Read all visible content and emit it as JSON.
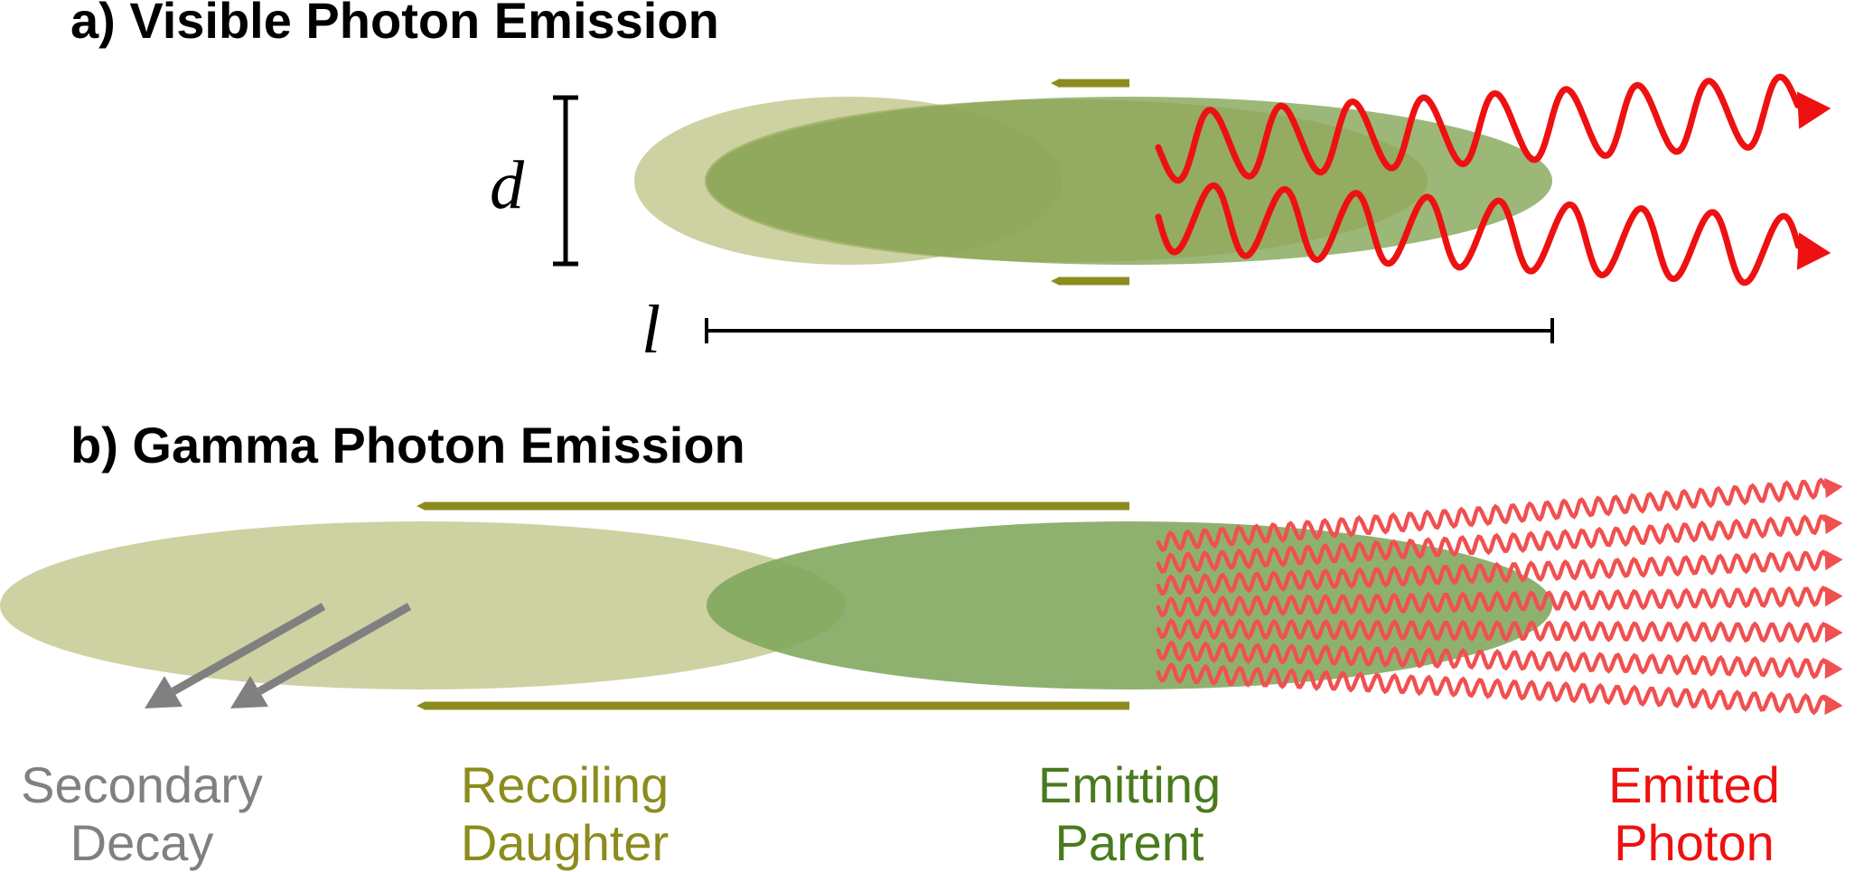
{
  "panel_a": {
    "title": "a) Visible Photon Emission",
    "dimension_d": "d",
    "dimension_l": "l"
  },
  "panel_b": {
    "title": "b) Gamma Photon Emission"
  },
  "labels": {
    "secondary_decay": [
      "Secondary",
      "Decay"
    ],
    "recoiling_daughter": [
      "Recoiling",
      "Daughter"
    ],
    "emitting_parent": [
      "Emitting",
      "Parent"
    ],
    "emitted_photon": [
      "Emitted",
      "Photon"
    ]
  },
  "colors": {
    "daughter": "#8c8c1e",
    "daughter_fill": "#c9cc98",
    "parent": "#4a7a1e",
    "parent_fill": "#7fa65c",
    "photon": "#ee1111",
    "gamma": "#f05050",
    "secondary": "#808080",
    "dimension": "#000000"
  }
}
